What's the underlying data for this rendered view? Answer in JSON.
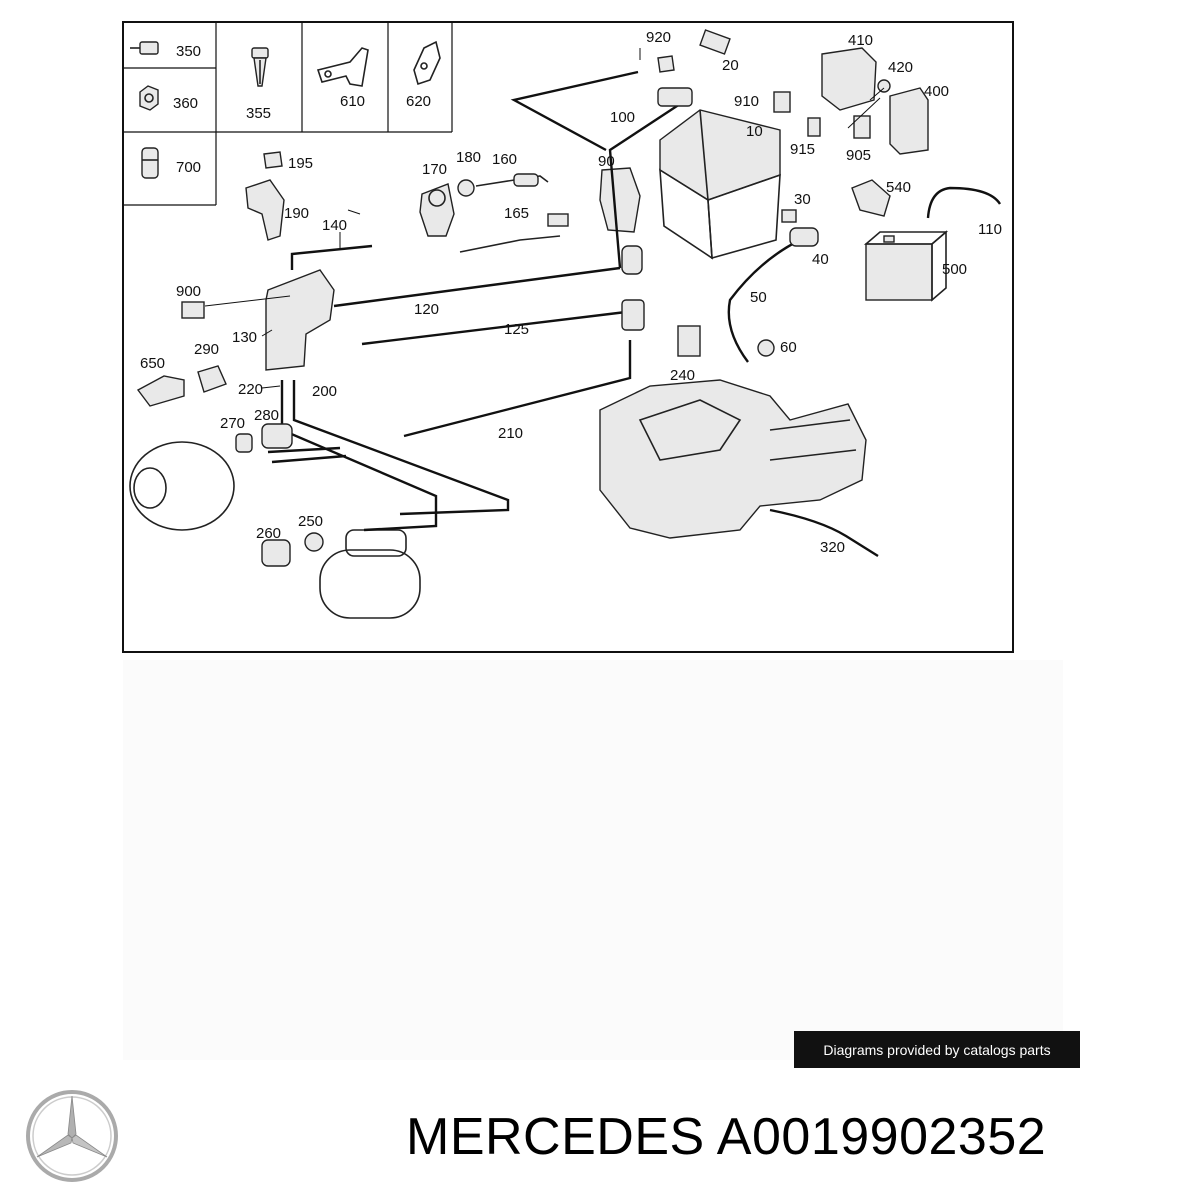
{
  "diagram": {
    "callouts": [
      "350",
      "360",
      "700",
      "355",
      "610",
      "620",
      "920",
      "20",
      "410",
      "420",
      "400",
      "910",
      "100",
      "10",
      "915",
      "905",
      "195",
      "170",
      "180",
      "160",
      "90",
      "30",
      "540",
      "110",
      "190",
      "165",
      "140",
      "40",
      "500",
      "50",
      "900",
      "120",
      "130",
      "125",
      "60",
      "650",
      "290",
      "240",
      "220",
      "200",
      "270",
      "280",
      "210",
      "260",
      "250",
      "320"
    ]
  },
  "footer": {
    "credit": "Diagrams provided by catalogs parts",
    "brand": "MERCEDES",
    "part_number": "A0019902352",
    "logo_icon": "mercedes-star-logo"
  }
}
